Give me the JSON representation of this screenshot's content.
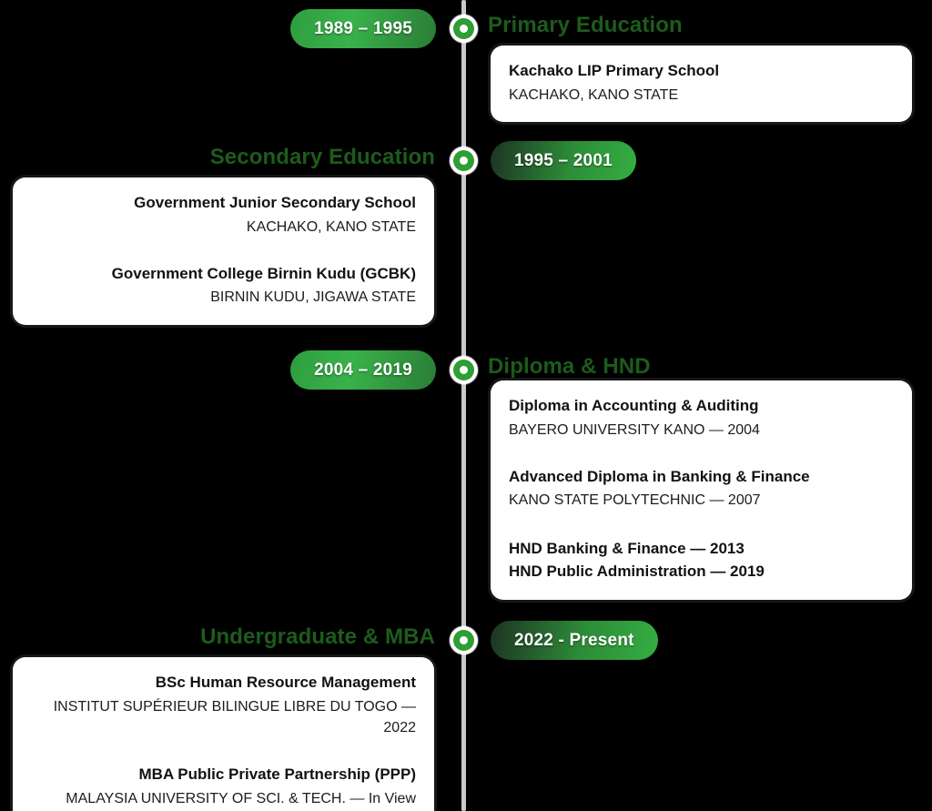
{
  "theme": {
    "background": "#000000",
    "rail_color": "#c9c9c9",
    "accent_green": "#34ae42",
    "title_green": "#1d5c1c",
    "card_background": "#ffffff",
    "pill_text_color": "#ffffff"
  },
  "timeline": {
    "rows": [
      {
        "id": "primary-education",
        "side": "right",
        "period": "1989 – 1995",
        "title": "Primary Education",
        "marker": "timeline-dot-icon",
        "entries": [
          {
            "title": "Kachako LIP Primary School",
            "sub": "KACHAKO, KANO STATE"
          }
        ]
      },
      {
        "id": "secondary-education",
        "side": "left",
        "period": "1995 – 2001",
        "title": "Secondary Education",
        "marker": "timeline-dot-icon",
        "entries": [
          {
            "title": "Government Junior Secondary School",
            "sub": "KACHAKO, KANO STATE"
          },
          {
            "title": "Government College Birnin Kudu (GCBK)",
            "sub": "BIRNIN KUDU, JIGAWA STATE"
          }
        ]
      },
      {
        "id": "diploma-and-hnd",
        "side": "right",
        "period": "2004 – 2019",
        "title": "Diploma & HND",
        "marker": "timeline-dot-icon",
        "entries": [
          {
            "title": "Diploma in Accounting & Auditing",
            "sub": "BAYERO UNIVERSITY KANO — 2004"
          },
          {
            "title": "Advanced Diploma in Banking & Finance",
            "sub": "KANO STATE POLYTECHNIC — 2007"
          },
          {
            "line1": "HND Banking & Finance — 2013",
            "line2": "HND Public Administration — 2019"
          }
        ]
      },
      {
        "id": "undergraduate-and-mba",
        "side": "left",
        "period": "2022 - Present",
        "title": "Undergraduate & MBA",
        "marker": "timeline-dot-icon",
        "entries": [
          {
            "title": "BSc Human Resource Management",
            "sub": "INSTITUT SUPÉRIEUR BILINGUE LIBRE DU TOGO — 2022"
          },
          {
            "title": "MBA Public Private Partnership (PPP)",
            "sub": "MALAYSIA UNIVERSITY OF SCI. & TECH. — In View"
          }
        ]
      }
    ]
  },
  "layout": {
    "rows_top": [
      10,
      155,
      385,
      682
    ],
    "cards_top": [
      50,
      195,
      418,
      722
    ]
  }
}
